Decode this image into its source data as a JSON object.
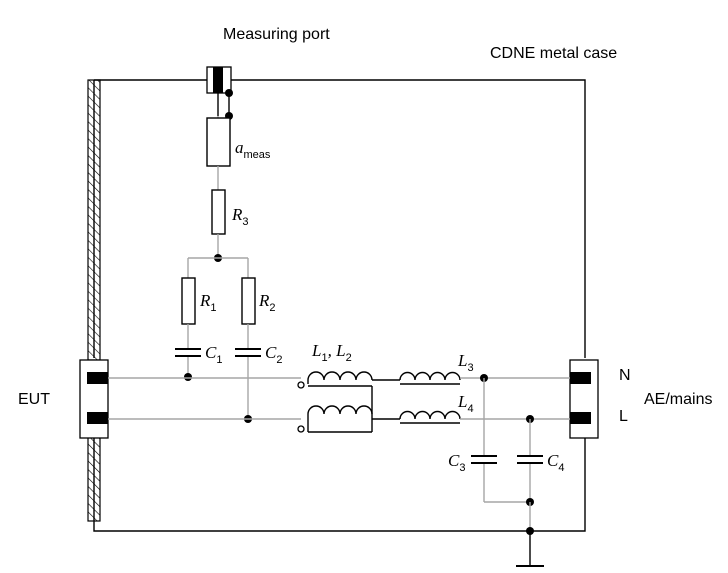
{
  "labels": {
    "measuring_port": "Measuring port",
    "case": "CDNE metal case",
    "eut": "EUT",
    "ae_mains": "AE/mains",
    "n": "N",
    "l": "L"
  },
  "components": {
    "ameas": {
      "main": "a",
      "sub": "meas"
    },
    "r3": {
      "main": "R",
      "sub": "3"
    },
    "r1": {
      "main": "R",
      "sub": "1"
    },
    "r2": {
      "main": "R",
      "sub": "2"
    },
    "c1": {
      "main": "C",
      "sub": "1"
    },
    "c2": {
      "main": "C",
      "sub": "2"
    },
    "l12": {
      "main1": "L",
      "sub1": "1",
      "sep": ", ",
      "main2": "L",
      "sub2": "2"
    },
    "l3": {
      "main": "L",
      "sub": "3"
    },
    "l4": {
      "main": "L",
      "sub": "4"
    },
    "c3": {
      "main": "C",
      "sub": "3"
    },
    "c4": {
      "main": "C",
      "sub": "4"
    }
  }
}
